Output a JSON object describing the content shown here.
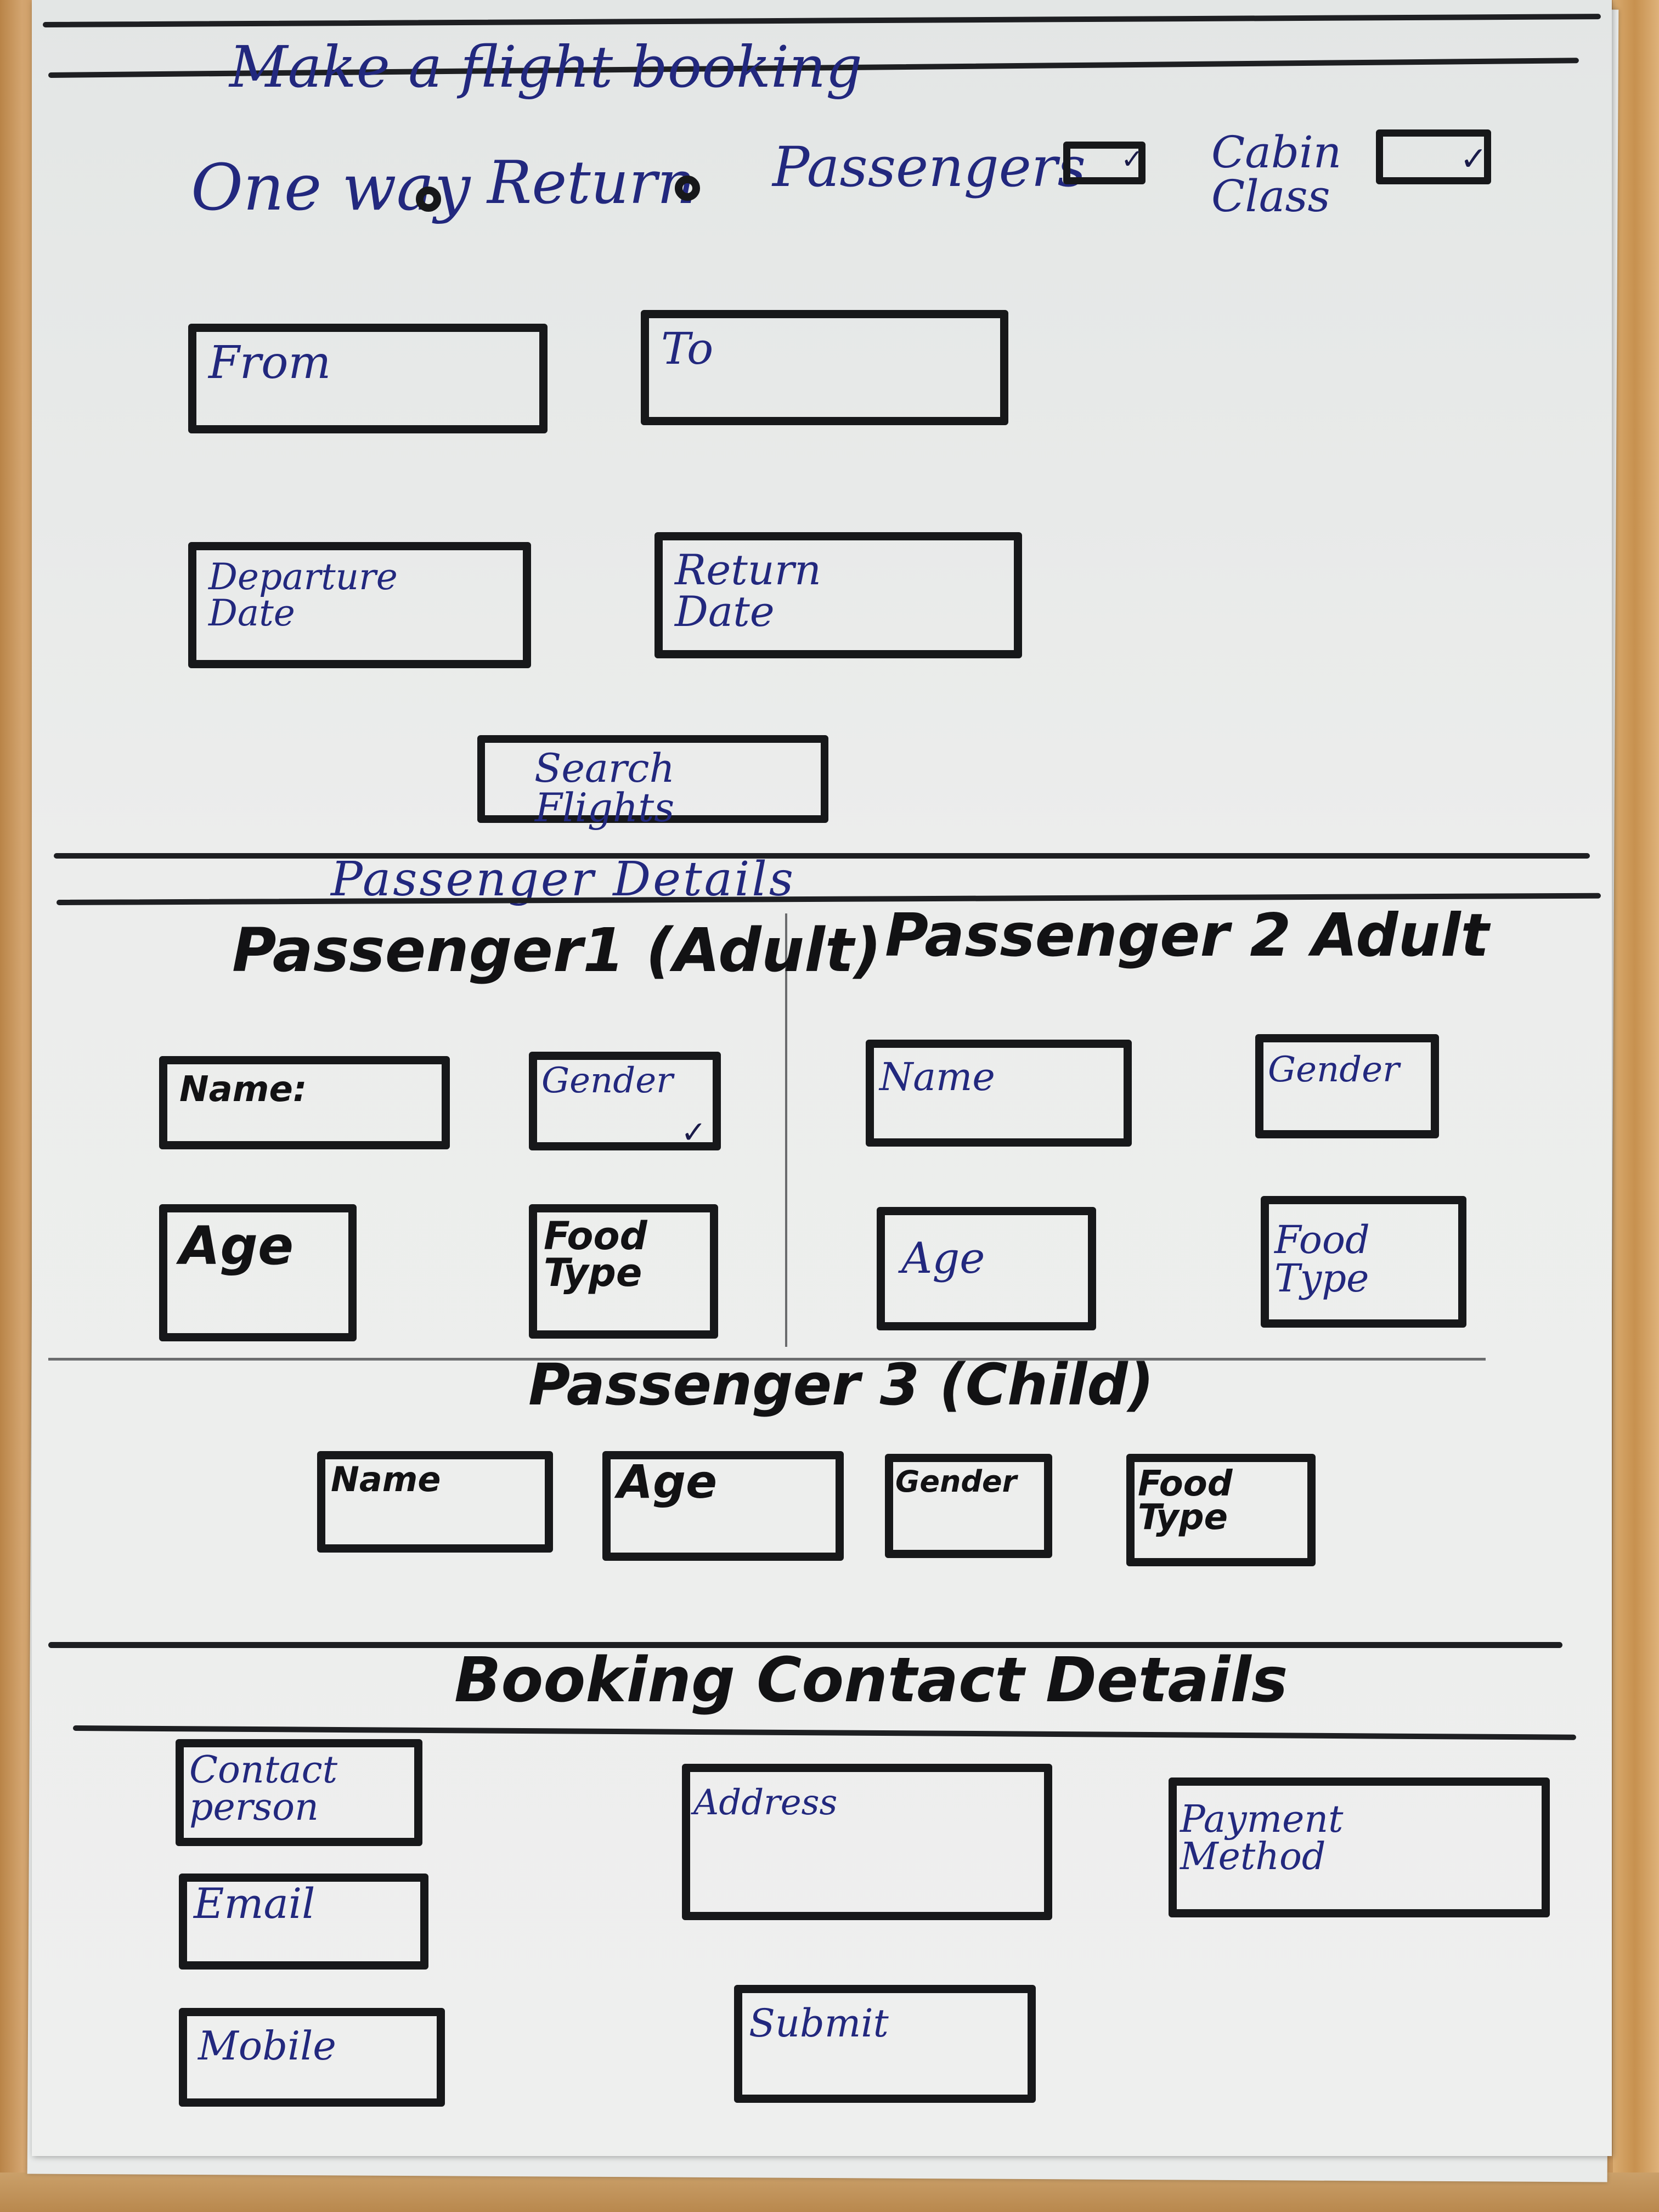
{
  "title": "Make a flight booking",
  "trip": {
    "one_way": "One way",
    "return": "Return",
    "passengers_label": "Passengers",
    "passengers_check": "✓",
    "cabin_class_label": "Cabin\nClass",
    "cabin_class_check": "✓"
  },
  "route": {
    "from": "From",
    "to": "To",
    "departure_date": "Departure\nDate",
    "return_date": "Return\nDate"
  },
  "search_button": "Search\nFlights",
  "passenger_details_heading": "Passenger Details",
  "passenger1": {
    "heading": "Passenger1 (Adult)",
    "name": "Name:",
    "gender": "Gender",
    "gender_check": "✓",
    "age": "Age",
    "food_type": "Food\nType"
  },
  "passenger2": {
    "heading": "Passenger 2 Adult",
    "name": "Name",
    "gender": "Gender",
    "age": "Age",
    "food_type": "Food\nType"
  },
  "passenger3": {
    "heading": "Passenger 3 (Child)",
    "name": "Name",
    "age": "Age",
    "gender": "Gender",
    "food_type": "Food\nType"
  },
  "contact": {
    "heading": "Booking Contact Details",
    "contact_person": "Contact\nperson",
    "email": "Email",
    "mobile": "Mobile",
    "address": "Address",
    "payment_method": "Payment\nMethod",
    "submit": "Submit"
  },
  "colors": {
    "ink_blue": "#22287e",
    "ink_black": "#17181a",
    "paper": "#eceeed",
    "wood": "#c9965c"
  }
}
